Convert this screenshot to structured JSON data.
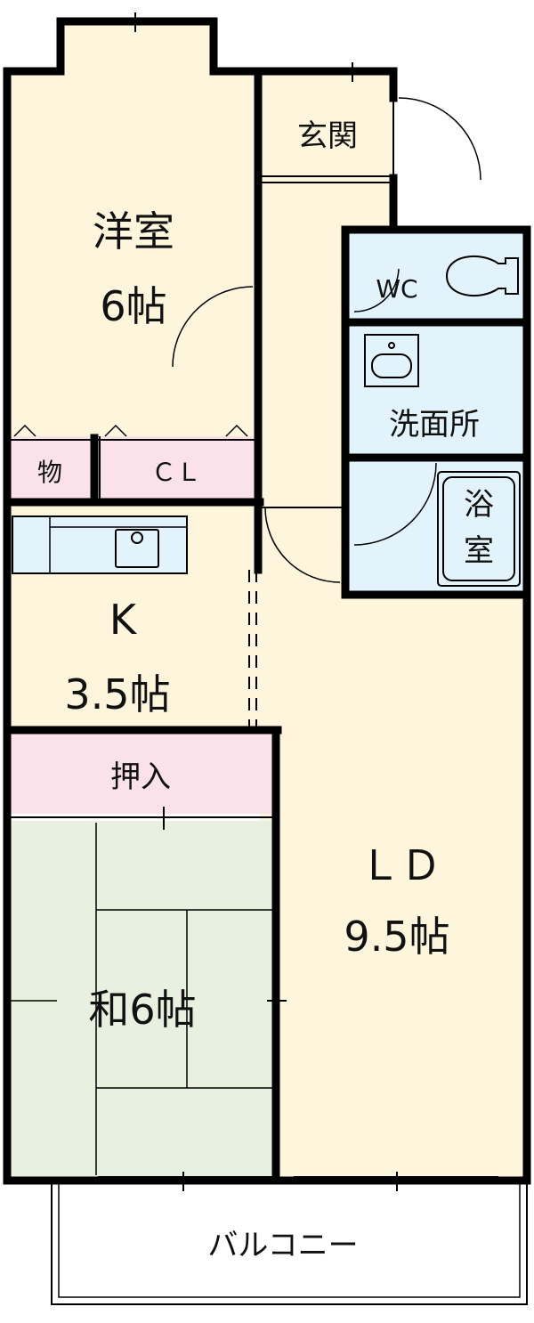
{
  "floorplan": {
    "rooms": {
      "western": {
        "name": "洋室",
        "size": "6帖",
        "color": "#fdf5dc"
      },
      "entrance": {
        "name": "玄関",
        "color": "#fdf5dc"
      },
      "wc": {
        "name": "WC",
        "color": "#e2f3fb"
      },
      "washroom": {
        "name": "洗面所",
        "color": "#e2f3fb"
      },
      "bath": {
        "name": "浴室",
        "color": "#e2f3fb"
      },
      "storage": {
        "name": "物",
        "color": "#fbe1ea"
      },
      "closet": {
        "name": "ＣＬ",
        "color": "#fbe1ea"
      },
      "kitchen": {
        "name": "K",
        "size": "3.5帖",
        "color": "#fdf5dc"
      },
      "oshiire": {
        "name": "押入",
        "color": "#fbe1ea"
      },
      "japanese": {
        "name": "和6帖",
        "color": "#e8f0df"
      },
      "ld": {
        "name": "ＬＤ",
        "size": "9.5帖",
        "color": "#fdf5dc"
      },
      "balcony": {
        "name": "バルコニー",
        "color": "#ffffff"
      }
    },
    "colors": {
      "wall": "#000000",
      "cream": "#fdf5dc",
      "blue": "#e2f3fb",
      "pink": "#fbe1ea",
      "tatami": "#e8f0df"
    }
  }
}
